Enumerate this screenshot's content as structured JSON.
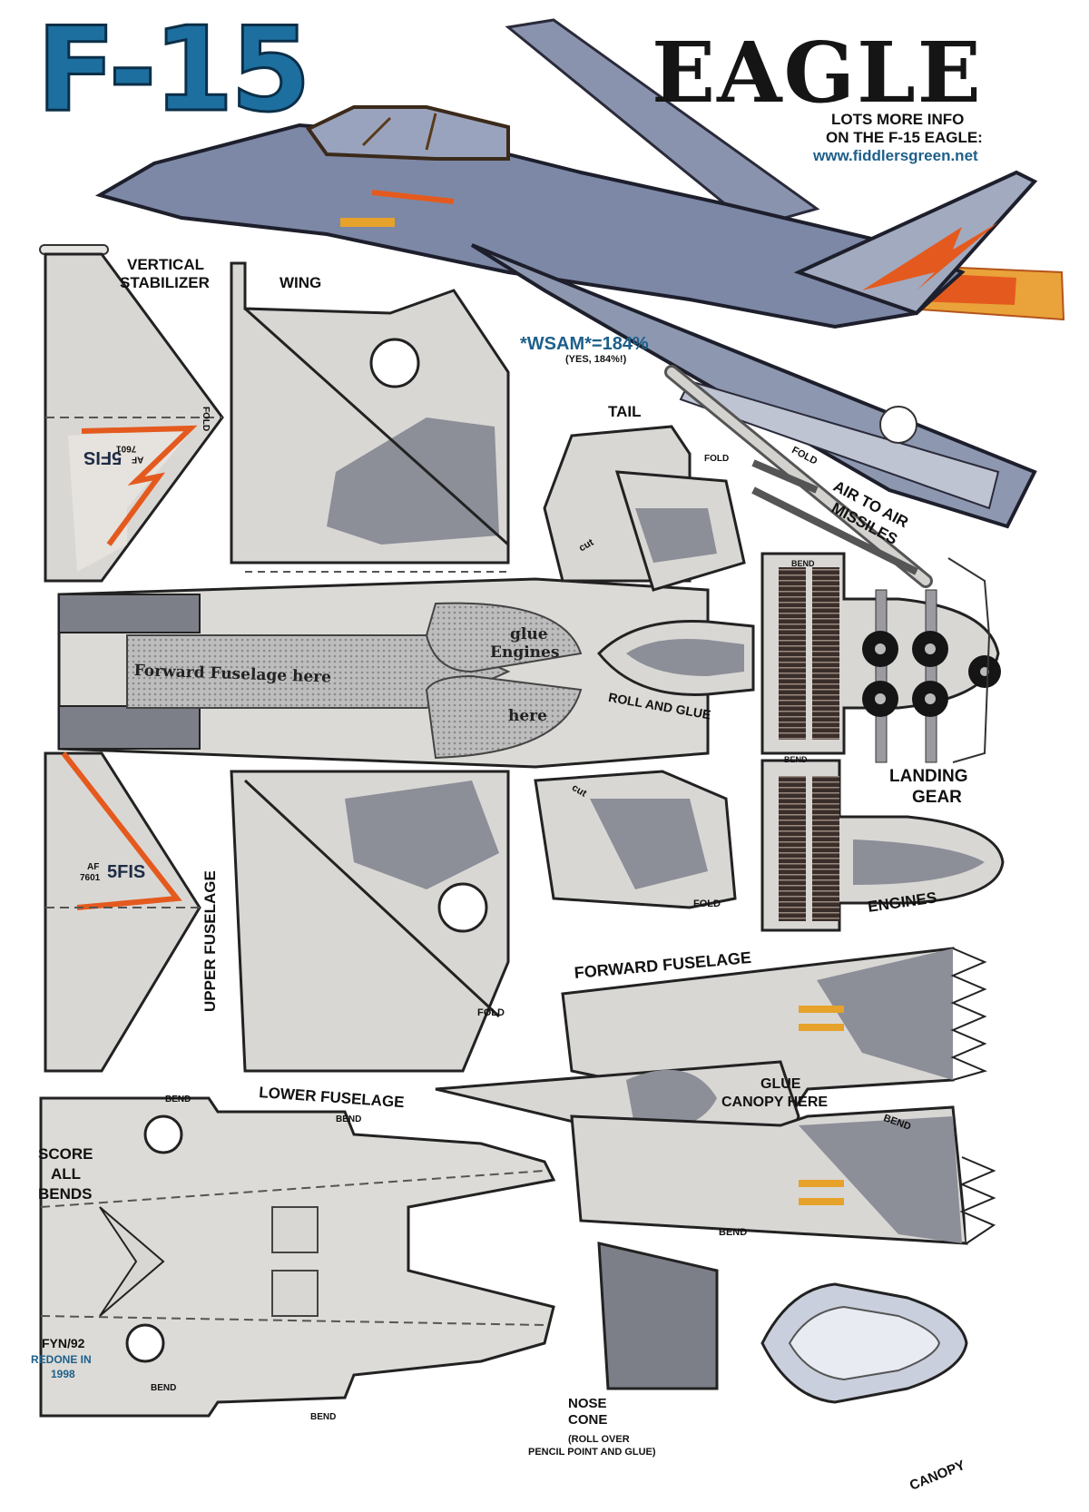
{
  "title": {
    "main": "F-15",
    "sub": "EAGLE"
  },
  "info": {
    "line1": "LOTS MORE INFO",
    "line2": "ON THE F-15 EAGLE:",
    "url": "www.fiddlersgreen.net"
  },
  "scale": {
    "value": "*WSAM*=184%",
    "note": "(YES, 184%!)"
  },
  "parts": {
    "vertical_stabilizer": [
      "VERTICAL",
      "STABILIZER"
    ],
    "wing": "WING",
    "tail": "TAIL",
    "missiles": [
      "AIR TO AIR",
      "MISSILES"
    ],
    "roll_and_glue": "ROLL AND GLUE",
    "landing_gear": [
      "LANDING",
      "GEAR"
    ],
    "engines": "ENGINES",
    "upper_fuselage": "UPPER FUSELAGE",
    "forward_fuselage": "FORWARD FUSELAGE",
    "lower_fuselage": "LOWER FUSELAGE",
    "glue_canopy": [
      "GLUE",
      "CANOPY HERE"
    ],
    "nose_cone": [
      "NOSE",
      "CONE"
    ],
    "nose_cone_note": [
      "(ROLL OVER",
      "PENCIL POINT AND GLUE)"
    ],
    "canopy": "CANOPY"
  },
  "marks": {
    "fold": "FOLD",
    "bend": "BEND",
    "cut": "cut",
    "glue_forward": "Forward Fuselage here",
    "glue_engines": [
      "glue",
      "Engines",
      "here"
    ],
    "tail_code": "5FIS",
    "serial": [
      "AF",
      "7601"
    ]
  },
  "notes": {
    "score": [
      "SCORE",
      "ALL",
      "BENDS"
    ],
    "credit": "FYN/92",
    "redone": [
      "REDONE IN",
      "1998"
    ]
  },
  "colors": {
    "title_blue": "#1d6fa0",
    "jet_blue": "#7d88a6",
    "part_gray": "#d9d7d4",
    "camo_gray": "#8c8e98",
    "accent_orange": "#e45a1e"
  }
}
